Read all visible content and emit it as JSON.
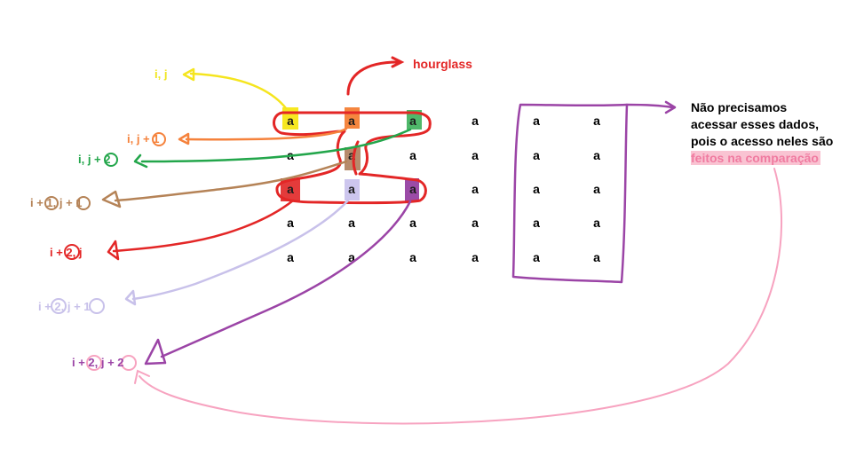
{
  "grid": {
    "rows": [
      [
        "a",
        "a",
        "a",
        "a",
        "a",
        "a"
      ],
      [
        "a",
        "a",
        "a",
        "a",
        "a",
        "a"
      ],
      [
        "a",
        "a",
        "a",
        "a",
        "a",
        "a"
      ],
      [
        "a",
        "a",
        "a",
        "a",
        "a",
        "a"
      ],
      [
        "a",
        "a",
        "a",
        "a",
        "a",
        "a"
      ]
    ]
  },
  "hourglass": {
    "label": "hourglass",
    "color": "#e32626"
  },
  "labels": [
    {
      "text": "i, j",
      "color": "#f0e61e"
    },
    {
      "text": "i, j + 1",
      "color": "#f5823c"
    },
    {
      "text": "i, j + 2",
      "color": "#23a64b"
    },
    {
      "text": "i + 1, j + 1",
      "color": "#b58357"
    },
    {
      "text": "i + 2, j",
      "color": "#e32626"
    },
    {
      "text": "i + 2, j + 1",
      "color": "#c8c1ea"
    },
    {
      "text": "i + 2, j + 2",
      "color": "#9b44a6"
    }
  ],
  "note": {
    "lines": [
      "Não precisamos",
      "acessar esses dados,",
      "pois o acesso neles são",
      "feitos na comparação"
    ],
    "box_color": "#9b44a6",
    "highlight_color": "#f9c3d2",
    "arrow_color": "#f7a3c0"
  }
}
